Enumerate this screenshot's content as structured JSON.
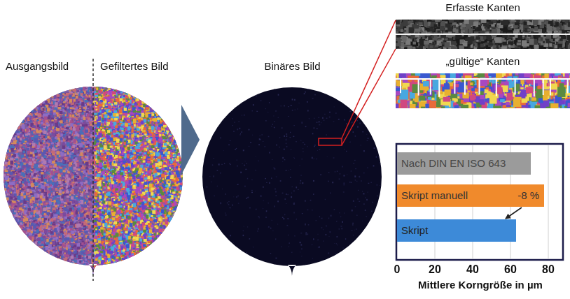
{
  "diagram": {
    "nodes": [
      {
        "text": [
          "Ausgangsbild",
          "Gefiltertes Bild"
        ]
      },
      {
        "text": [
          "Binäres Bild"
        ]
      },
      {
        "text": [
          "Erfasste Kanten"
        ]
      },
      {
        "text": [
          "„gültige“ Kanten"
        ]
      },
      {
        "text": [
          "Nach DIN EN ISO 643"
        ]
      },
      {
        "text": [
          "Skript manuell",
          "-8 %"
        ]
      },
      {
        "text": [
          "Skript"
        ]
      }
    ],
    "edges": [
      {
        "from": 0,
        "to": 1,
        "arrow": "to"
      },
      {
        "from": 5,
        "to": 6,
        "arrow": "to"
      }
    ],
    "labels": [
      "0",
      "20",
      "40",
      "60",
      "80",
      "Mittlere Korngröße in µm"
    ]
  }
}
